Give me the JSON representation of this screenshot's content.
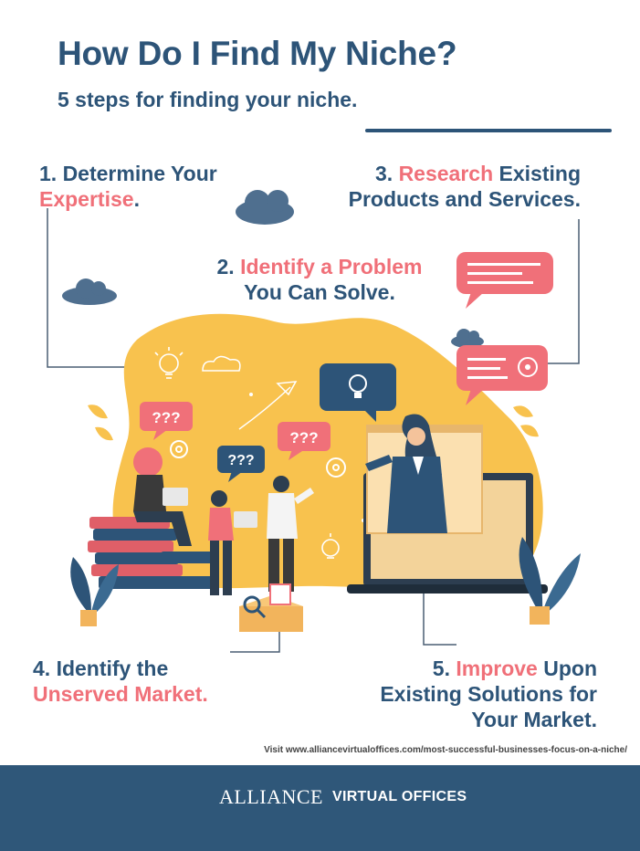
{
  "header": {
    "title": "How Do I Find My Niche?",
    "subtitle": "5 steps for finding your niche."
  },
  "steps": [
    {
      "prefix": "1. Determine Your",
      "highlight": "Expertise",
      "suffix": "."
    },
    {
      "prefix": "2. ",
      "highlight": "Identify a Problem",
      "line2": "You Can Solve."
    },
    {
      "prefix": "3. ",
      "highlight": "Research",
      "suffix": " Existing",
      "line2": "Products and Services."
    },
    {
      "prefix": "4. Identify the",
      "highlight": "Unserved Market."
    },
    {
      "prefix": "5. ",
      "highlight": "Improve",
      "suffix": " Upon",
      "line2": "Existing Solutions for",
      "line3": "Your Market."
    }
  ],
  "bubbles": {
    "question": "???"
  },
  "visit_text": "Visit www.alliancevirtualoffices.com/most-successful-businesses-focus-on-a-niche/",
  "footer": {
    "brand": "ALLIANCE",
    "tagline": "VIRTUAL OFFICES"
  },
  "colors": {
    "navy": "#2d5478",
    "accent": "#f07079",
    "blob": "#f8c24e",
    "footer": "#2f5779"
  },
  "icons": [
    "cloud-icon",
    "chat-bubble-icon",
    "lightbulb-icon",
    "gear-icon",
    "leaf-icon",
    "book-stack-icon",
    "laptop-icon",
    "person-illustration",
    "box-icon",
    "magnifier-icon",
    "alliance-logo-icon"
  ]
}
